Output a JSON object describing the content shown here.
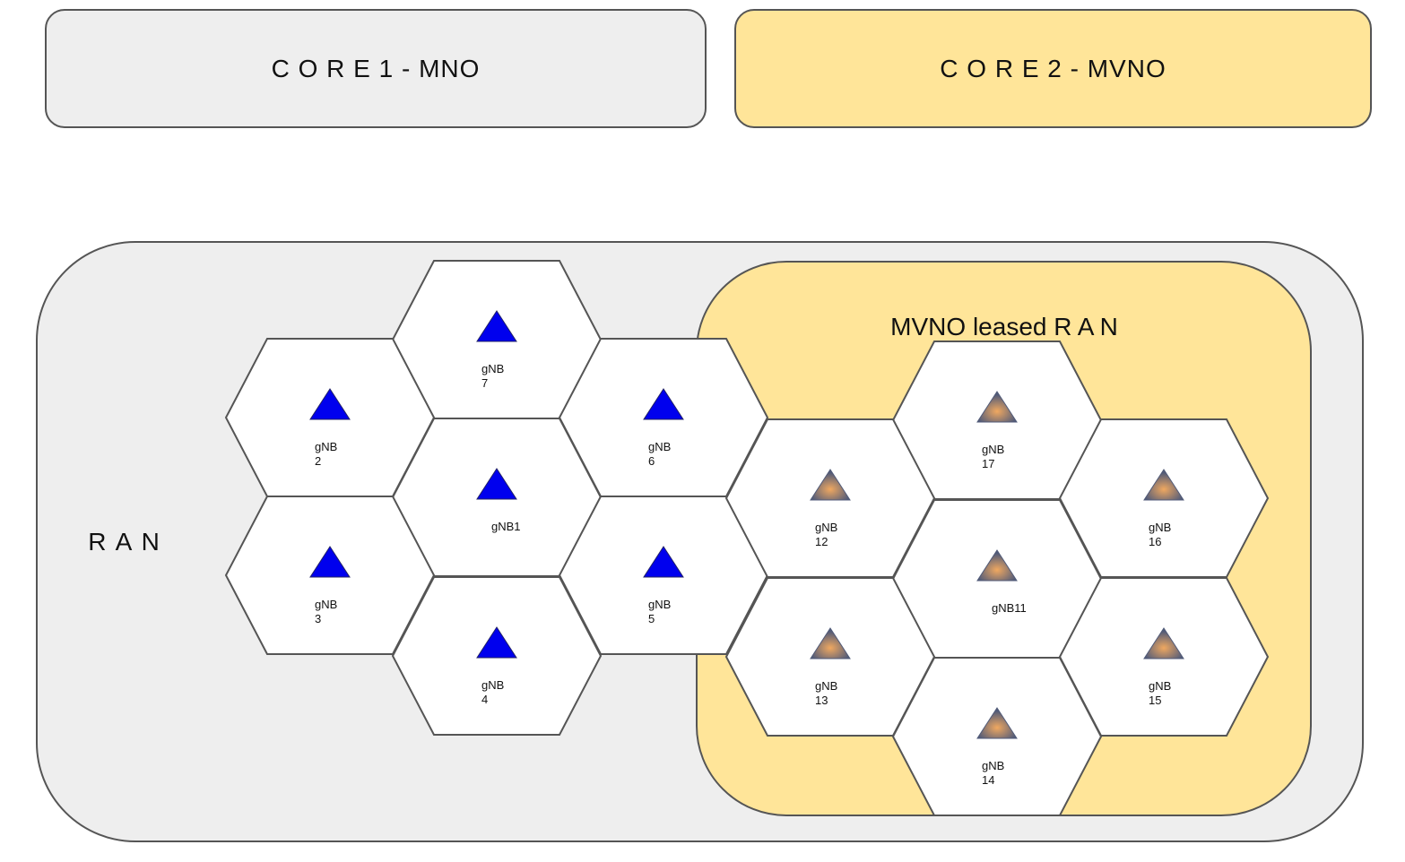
{
  "cores": [
    {
      "label": "C O R E 1 - MNO",
      "fill": "#eeeeee"
    },
    {
      "label": "C O R E 2 - MVNO",
      "fill": "#ffe599"
    }
  ],
  "ran": {
    "label": "R A N",
    "fill": "#eeeeee"
  },
  "mvno_ran": {
    "label": "MVNO leased R A N",
    "fill": "#ffe599"
  },
  "colors": {
    "mno_triangle": "#0000ee",
    "mvno_triangle_center": "#f0a860",
    "mvno_triangle_edge": "#505a78",
    "hex_fill": "#ffffff",
    "stroke": "#555555"
  },
  "cells": [
    {
      "id": "gnb7",
      "lines": [
        "gNB",
        "7"
      ],
      "operator": "mno"
    },
    {
      "id": "gnb2",
      "lines": [
        "gNB",
        "2"
      ],
      "operator": "mno"
    },
    {
      "id": "gnb6",
      "lines": [
        "gNB",
        "6"
      ],
      "operator": "mno"
    },
    {
      "id": "gnb1",
      "lines": [
        "gNB1"
      ],
      "operator": "mno"
    },
    {
      "id": "gnb3",
      "lines": [
        "gNB",
        "3"
      ],
      "operator": "mno"
    },
    {
      "id": "gnb5",
      "lines": [
        "gNB",
        "5"
      ],
      "operator": "mno"
    },
    {
      "id": "gnb4",
      "lines": [
        "gNB",
        "4"
      ],
      "operator": "mno"
    },
    {
      "id": "gnb17",
      "lines": [
        "gNB",
        "17"
      ],
      "operator": "mvno"
    },
    {
      "id": "gnb12",
      "lines": [
        "gNB",
        "12"
      ],
      "operator": "mvno"
    },
    {
      "id": "gnb16",
      "lines": [
        "gNB",
        "16"
      ],
      "operator": "mvno"
    },
    {
      "id": "gnb11",
      "lines": [
        "gNB11"
      ],
      "operator": "mvno"
    },
    {
      "id": "gnb13",
      "lines": [
        "gNB",
        "13"
      ],
      "operator": "mvno"
    },
    {
      "id": "gnb15",
      "lines": [
        "gNB",
        "15"
      ],
      "operator": "mvno"
    },
    {
      "id": "gnb14",
      "lines": [
        "gNB",
        "14"
      ],
      "operator": "mvno"
    }
  ]
}
